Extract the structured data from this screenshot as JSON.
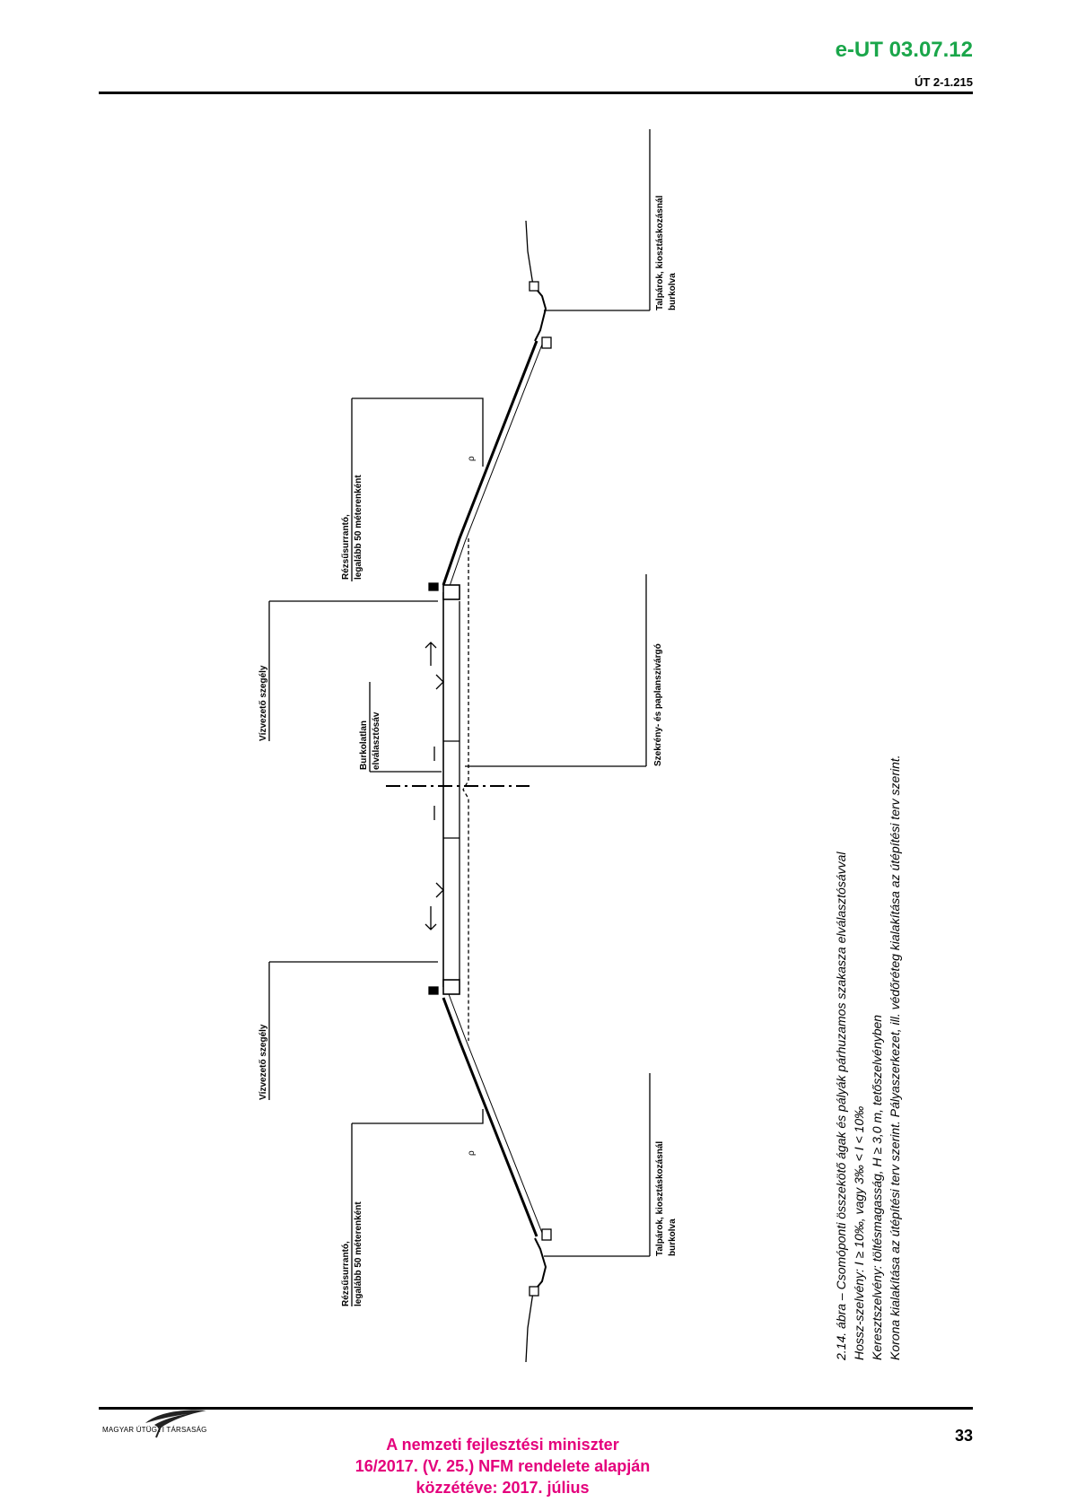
{
  "header": {
    "doc_code": "e-UT 03.07.12",
    "doc_ref": "ÚT 2-1.215"
  },
  "diagram": {
    "labels": {
      "talparok_top": [
        "Talpárok, kiosztáskozásnál",
        "burkolva"
      ],
      "talparok_bottom": [
        "Talpárok, kiosztáskozásnál",
        "burkolva"
      ],
      "rezsu_top": [
        "Rézsűsurrantó,",
        "legalább 50 méterenként"
      ],
      "rezsu_bottom": [
        "Rézsűsurrantó,",
        "legalább 50 méterenként"
      ],
      "vizvezeto_top": "Vízvezető szegély",
      "vizvezeto_bottom": "Vízvezető szegély",
      "burkolatlan": [
        "Burkolatlan",
        "elválasztósáv"
      ],
      "szekreny": "Szekrény- és paplanszivárgó"
    }
  },
  "caption": {
    "line1": "2.14. ábra – Csomóponti összekötő ágak és pályák párhuzamos szakasza elválasztósávval",
    "line2": "Hossz-szelvény: I ≥ 10‰, vagy 3‰ < I < 10‰",
    "line3": "Keresztszelvény: töltésmagasság, H ≥ 3,0 m, tetőszelvényben",
    "line4": "Korona kialakítása az útépítési terv szerint. Pályaszerkezet, ill. védőréteg kialakítása az útépítési terv szerint."
  },
  "footer": {
    "logo_text": "MAGYAR ÚTÜGYI TÁRSASÁG",
    "page_number": "33",
    "note_line1": "A nemzeti fejlesztési miniszter",
    "note_line2": "16/2017. (V. 25.) NFM rendelete alapján",
    "note_line3": "közzétéve: 2017. július"
  },
  "colors": {
    "doc_code": "#1aa64a",
    "footer_note": "#e4007c"
  }
}
